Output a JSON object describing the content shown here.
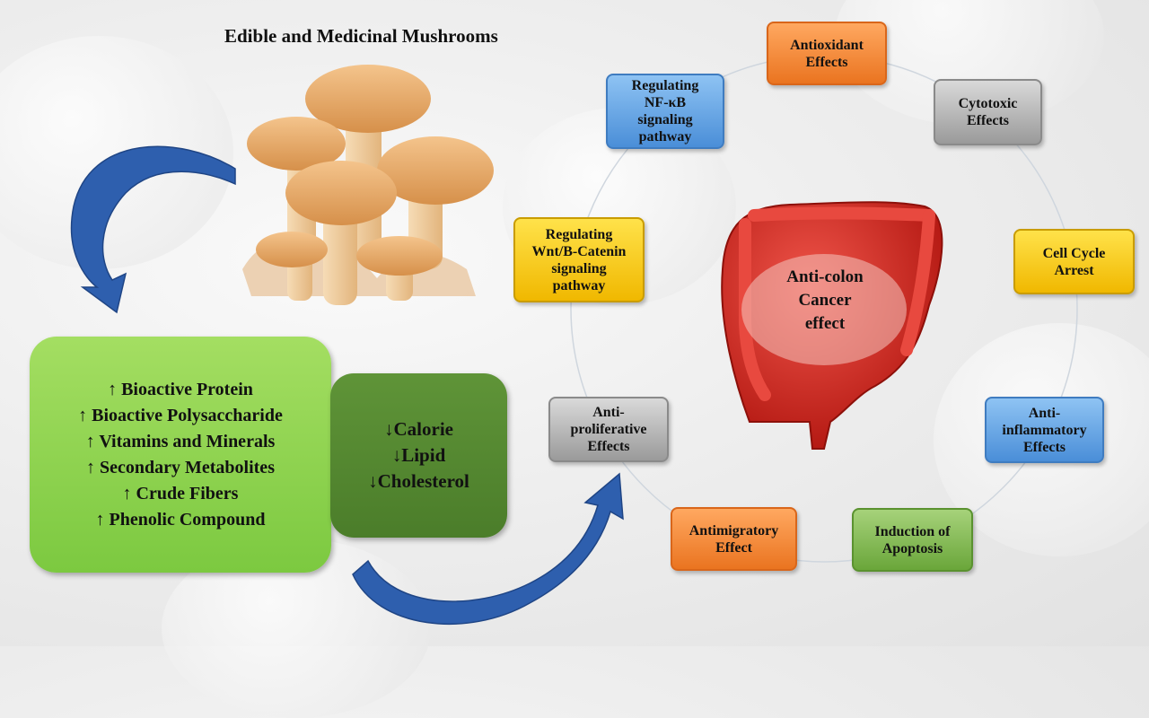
{
  "title": "Edible and Medicinal Mushrooms",
  "increase_items": [
    "↑ Bioactive Protein",
    "↑ Bioactive Polysaccharide",
    "↑ Vitamins and Minerals",
    "↑ Secondary Metabolites",
    "↑ Crude Fibers",
    "↑ Phenolic Compound"
  ],
  "decrease_items": [
    "↓Calorie",
    "↓Lipid",
    "↓Cholesterol"
  ],
  "center": [
    "Anti-colon",
    "Cancer",
    "effect"
  ],
  "effects": {
    "antioxidant": [
      "Antioxidant",
      "Effects"
    ],
    "cytotoxic": [
      "Cytotoxic",
      "Effects"
    ],
    "cell_cycle": [
      "Cell Cycle",
      "Arrest"
    ],
    "anti_inflammatory": [
      "Anti-",
      "inflammatory",
      "Effects"
    ],
    "apoptosis": [
      "Induction of",
      "Apoptosis"
    ],
    "antimigratory": [
      "Antimigratory",
      "Effect"
    ],
    "antiproliferative": [
      "Anti-",
      "proliferative",
      "Effects"
    ],
    "wnt": [
      "Regulating",
      "Wnt/B-Catenin",
      "signaling",
      "pathway"
    ],
    "nfkb": [
      "Regulating",
      "NF-κB",
      "signaling",
      "pathway"
    ]
  },
  "colors": {
    "orange": "#ea7420",
    "gray": "#9a9a9a",
    "yellow": "#f0b800",
    "blue": "#4a8ed8",
    "green": "#6aa63a",
    "arrow": "#2e5fae",
    "colon": "#c8231c"
  }
}
